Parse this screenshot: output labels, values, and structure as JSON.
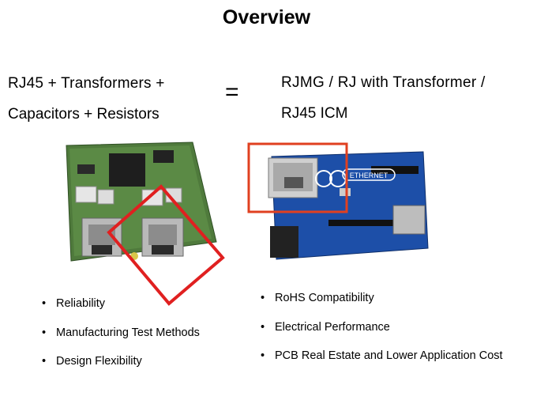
{
  "slide": {
    "title": "Overview",
    "left_heading": {
      "line1": "RJ45 + Transformers  +",
      "line2": "Capacitors + Resistors"
    },
    "equals_sign": "=",
    "right_heading": {
      "line1": "RJMG / RJ with Transformer  /",
      "line2": "RJ45 ICM"
    },
    "left_bullets": [
      "Reliability",
      "Manufacturing Test Methods",
      "Design Flexibility"
    ],
    "right_bullets": [
      "RoHS Compatibility",
      "Electrical Performance",
      "PCB Real Estate and Lower Application Cost"
    ],
    "board_right_label": "ETHERNET",
    "colors": {
      "highlight_red": "#e02020",
      "highlight_orange_red": "#e04020",
      "pcb_green": "#4f7a3c",
      "pcb_blue": "#1d4fa8"
    }
  }
}
